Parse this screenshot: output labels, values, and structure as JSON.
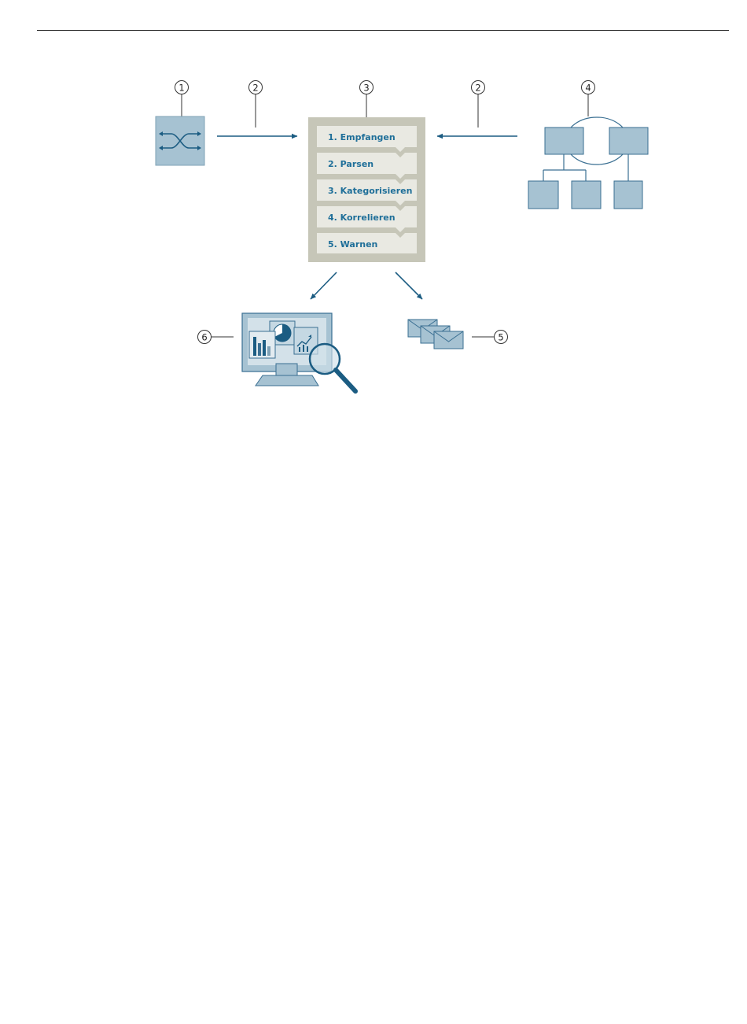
{
  "callouts": {
    "switch": "1",
    "arrow_left": "2",
    "processing": "3",
    "arrow_right": "2",
    "network": "4",
    "email": "5",
    "monitor": "6"
  },
  "processing_steps": [
    "1. Empfangen",
    "2. Parsen",
    "3. Kategorisieren",
    "4. Korrelieren",
    "5. Warnen"
  ],
  "colors": {
    "arrow": "#1b5c82",
    "icon_fill": "#a6c2d2",
    "icon_stroke": "#3a6f92",
    "panel_bg": "#c6c6b8",
    "step_bg": "#e9e9e2",
    "step_text": "#1f6f99"
  },
  "icons": {
    "switch": "network-switch-icon",
    "network": "network-topology-icon",
    "monitor": "monitor-analytics-icon",
    "email": "email-envelopes-icon"
  }
}
